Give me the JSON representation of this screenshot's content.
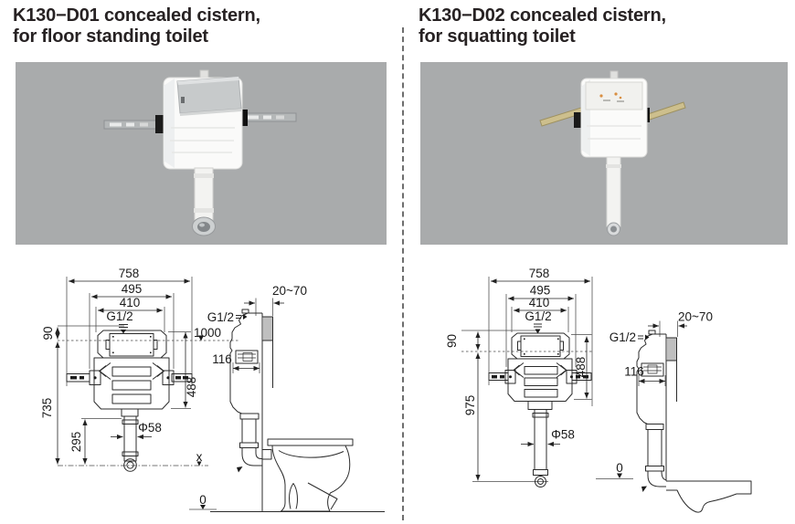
{
  "products": [
    {
      "model": "K130−D01",
      "title_line1": "K130−D01 concealed cistern,",
      "title_line2": "for floor standing toilet",
      "dims": {
        "total_width": "758",
        "rail_width": "495",
        "body_width": "410",
        "inlet_thread": "G1/2",
        "inlet_offset": "90",
        "inlet_level": "1000",
        "body_height": "488",
        "outlet_drop": "735",
        "lower_pipe": "295",
        "pipe_diameter": "Φ58",
        "outlet_level_mark": "x",
        "zero_level_mark": "0",
        "wall_range": "20~70",
        "side_inlet_thread": "G1/2",
        "body_depth": "116"
      }
    },
    {
      "model": "K130−D02",
      "title_line1": "K130−D02 concealed cistern,",
      "title_line2": "for squatting toilet",
      "dims": {
        "total_width": "758",
        "rail_width": "495",
        "body_width": "410",
        "inlet_thread": "G1/2",
        "inlet_offset": "90",
        "body_height": "488",
        "outlet_drop": "975",
        "pipe_diameter": "Φ58",
        "zero_level_mark": "0",
        "wall_range": "20~70",
        "side_inlet_thread": "G1/2",
        "body_depth": "116"
      }
    }
  ]
}
